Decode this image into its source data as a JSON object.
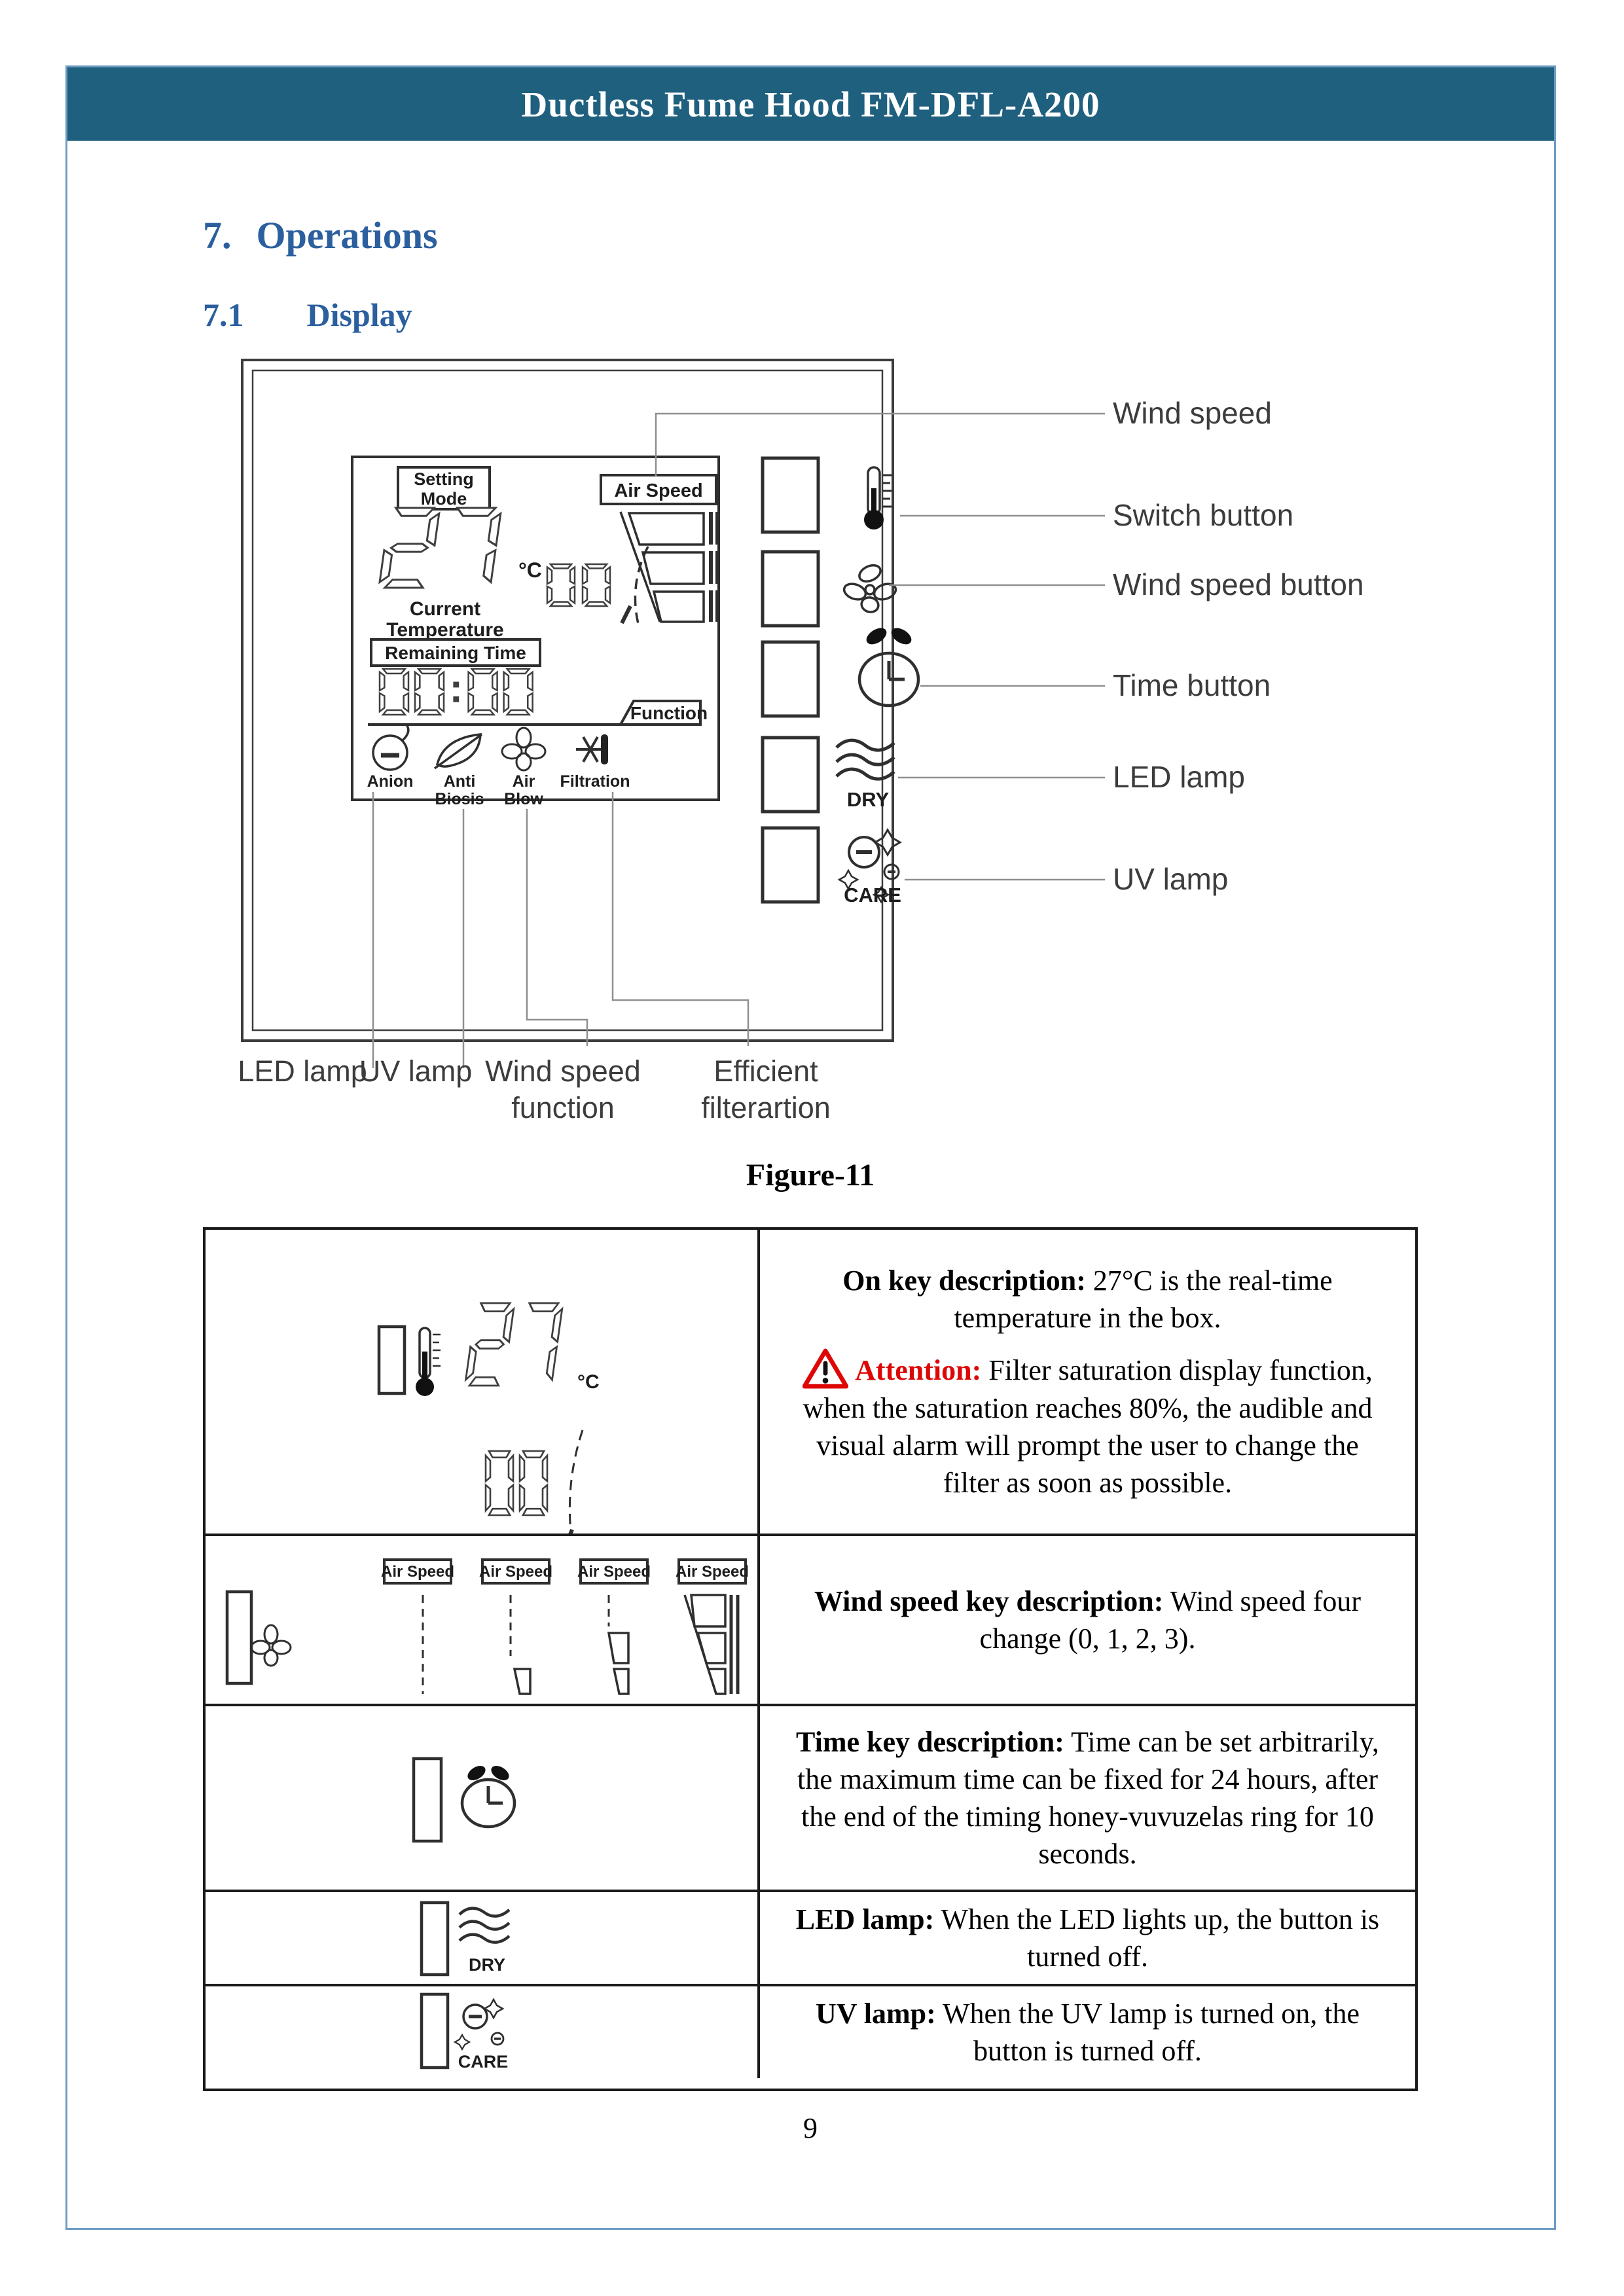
{
  "header": {
    "title": "Ductless Fume Hood FM-DFL-A200"
  },
  "headings": {
    "section_no": "7.",
    "section_title": "Operations",
    "sub_no": "7.1",
    "sub_title": "Display"
  },
  "figure": {
    "caption": "Figure-11",
    "lcd": {
      "setting_mode": [
        "Setting",
        "Mode"
      ],
      "air_speed": "Air Speed",
      "temperature": "27",
      "unit": "°C",
      "aux_digits": "00",
      "current_temperature": [
        "Current",
        "Temperature"
      ],
      "remaining_time": "Remaining Time",
      "time_value": "00:00",
      "function": "Function",
      "icon_labels": {
        "anion": "Anion",
        "anti1": "Anti",
        "anti2": "Biosis",
        "air1": "Air",
        "air2": "Blow",
        "filtration": "Filtration"
      }
    },
    "buttons": {
      "dry": "DRY",
      "care": "CARE"
    },
    "right_labels": [
      "Wind speed",
      "Switch button",
      "Wind speed button",
      "Time button",
      "LED lamp",
      "UV lamp"
    ],
    "bottom_labels": {
      "led": "LED lamp",
      "uv": "UV lamp",
      "wind1": "Wind speed",
      "wind2": "function",
      "eff1": "Efficient",
      "eff2": "filterartion"
    }
  },
  "table": {
    "row1": {
      "lead": "On key description:",
      "text": " 27°C is the real-time temperature in the box.",
      "attention_lead": "Attention:",
      "attention_text": " Filter saturation display function, when the saturation reaches 80%, the audible and visual alarm will prompt the user to change the filter as soon as possible.",
      "lcd": {
        "temperature": "27",
        "unit": "°C",
        "aux_digits": "00"
      }
    },
    "row2": {
      "lead": "Wind speed key description:",
      "text": " Wind speed four change (0, 1, 2, 3).",
      "air_speed": "Air Speed"
    },
    "row3": {
      "lead": "Time key description:",
      "text": " Time can be set arbitrarily, the maximum time can be fixed for 24 hours, after the end of the timing honey-vuvuzelas ring for 10 seconds."
    },
    "row4": {
      "lead": "LED lamp:",
      "text": " When the LED lights up, the button is turned off.",
      "dry": "DRY"
    },
    "row5": {
      "lead": "UV lamp:",
      "text": " When the UV lamp is turned on, the button is turned off.",
      "care": "CARE"
    }
  },
  "footer": {
    "page_number": "9"
  },
  "colors": {
    "banner": "#20607f",
    "heading": "#2b5f9e",
    "attention": "#dd0806",
    "border_blue": "#6f9cc4"
  }
}
